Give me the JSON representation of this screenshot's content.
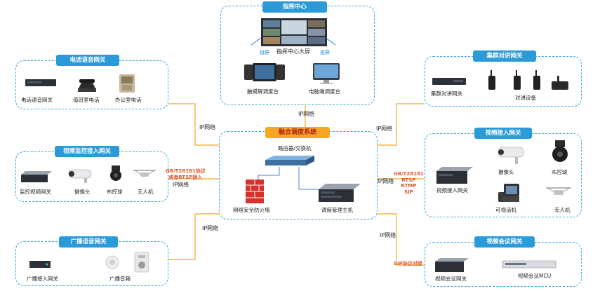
{
  "command_center": {
    "title": "指挥中心",
    "big_screen": "指挥中心大屏",
    "cast_left": "投屏",
    "cast_right": "投屏",
    "touch_console": "触摸屏调度台",
    "pc_console": "电脑端调度台"
  },
  "phone_gateway": {
    "title": "电话语音网关",
    "gateway": "电话语音网关",
    "duty_phone": "值班室电话",
    "office_phone": "办公室电话"
  },
  "trunking_gateway": {
    "title": "集群对讲网关",
    "gateway": "集群对讲网关",
    "radios": "对讲设备"
  },
  "video_monitor_gateway": {
    "title": "视频监控接入网关",
    "gateway": "监控视频网关",
    "camera": "摄像头",
    "dome": "布控球",
    "drone": "无人机",
    "protocol": "GB/T28181协议\n或者RTSP接入"
  },
  "video_access_gateway": {
    "title": "视频接入网关",
    "gateway": "视频接入网关",
    "camera": "摄像头",
    "dome": "布控球",
    "videophone": "可视话机",
    "drone": "无人机",
    "protocols": "GB/T28181\nRTSP\nRTMP\nSIP"
  },
  "broadcast_gateway": {
    "title": "广播语音网关",
    "gateway": "广播接入网关",
    "speaker": "广播音箱"
  },
  "conference_gateway": {
    "title": "视频会议网关",
    "gateway": "视频会议网关",
    "mcu": "视频会议MCU",
    "protocol": "SIP协议对接"
  },
  "core": {
    "title": "融合调度系统",
    "router": "路由器/交换机",
    "firewall": "网络安全防火墙",
    "host": "调度管理主机"
  },
  "links": {
    "top": "IP网络",
    "phone": "IP网络",
    "trunking": "IP网络",
    "video_monitor": "IP网络",
    "video_access": "IP网络",
    "broadcast": "IP网络",
    "conference": "IP网络"
  },
  "colors": {
    "accent": "#2a9ad8",
    "line": "#f6a623",
    "title_orange": "#f6a623",
    "protocol": "#e0562a"
  }
}
